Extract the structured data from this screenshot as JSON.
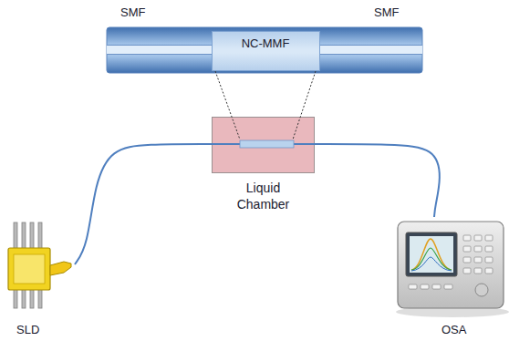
{
  "diagram": {
    "nodes": [
      {
        "text": [
          "NC-MMF"
        ]
      },
      {
        "text": [
          "Liquid Chamber"
        ]
      },
      {
        "text": [
          "SLD"
        ]
      },
      {
        "text": [
          "OSA"
        ]
      }
    ],
    "edges": [
      {
        "from": 2,
        "to": 1,
        "arrow": "none"
      },
      {
        "from": 1,
        "to": 3,
        "arrow": "none"
      }
    ],
    "labels": [
      "SMF",
      "SMF"
    ]
  }
}
